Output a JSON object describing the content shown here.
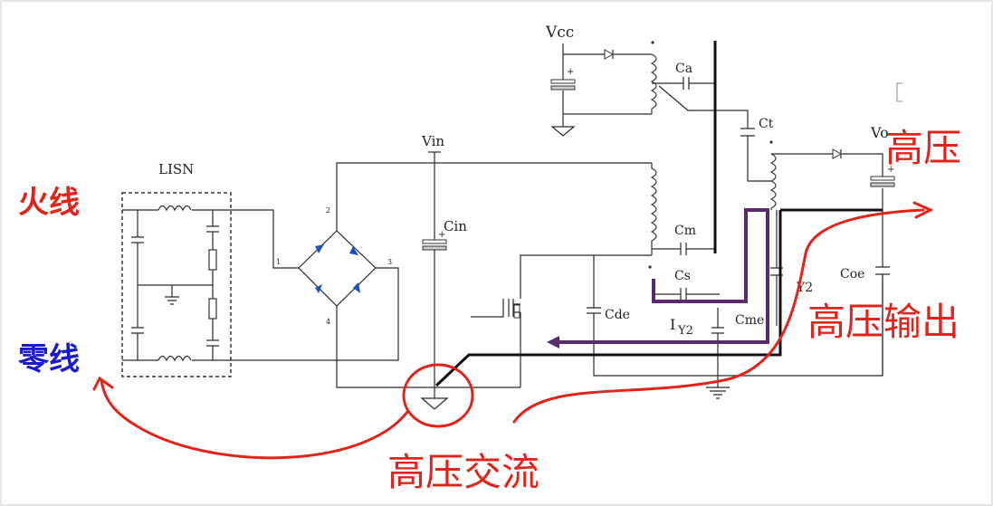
{
  "labels": {
    "lisn": "LISN",
    "vcc": "Vcc",
    "ca": "Ca",
    "ct": "Ct",
    "vin": "Vin",
    "cin": "Cin",
    "cm": "Cm",
    "cs": "Cs",
    "cde": "Cde",
    "cme": "Cme",
    "iy2": "I",
    "iy2_sub": "Y2",
    "y2": "Y2",
    "coe": "Coe",
    "vo": "Vo"
  },
  "annotations": {
    "live_wire": "火线",
    "neutral_wire": "零线",
    "high_voltage": "高压",
    "high_voltage_output": "高压输出",
    "high_voltage_ac": "高压交流"
  },
  "colors": {
    "red": "#e0241b",
    "blue": "#1a1acc",
    "purple": "#5b2a6e",
    "diode_blue": "#1f4fc0"
  }
}
